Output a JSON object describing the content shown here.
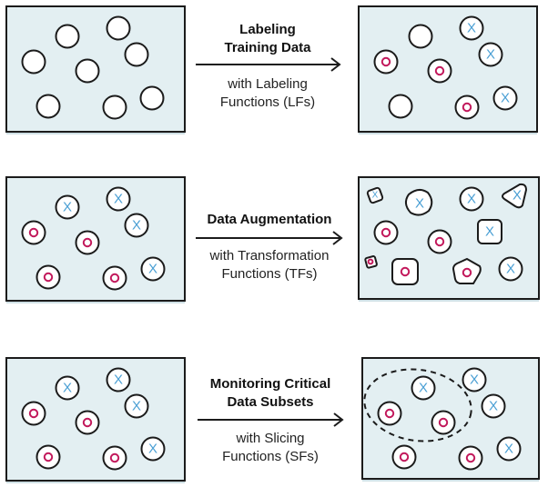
{
  "steps": [
    {
      "title_lines": [
        "Labeling",
        "Training Data"
      ],
      "subtitle_lines": [
        "with Labeling",
        "Functions (LFs)"
      ]
    },
    {
      "title_lines": [
        "Data Augmentation"
      ],
      "subtitle_lines": [
        "with Transformation",
        "Functions (TFs)"
      ]
    },
    {
      "title_lines": [
        "Monitoring Critical",
        "Data Subsets"
      ],
      "subtitle_lines": [
        "with Slicing",
        "Functions (SFs)"
      ]
    }
  ],
  "marks": {
    "x_symbol": "X",
    "o_symbol": "o"
  },
  "colors": {
    "panel_fill": "#e3eff2",
    "outline": "#1b1b1b",
    "class_o": "#c2185b",
    "class_x": "#4a9fd4"
  }
}
